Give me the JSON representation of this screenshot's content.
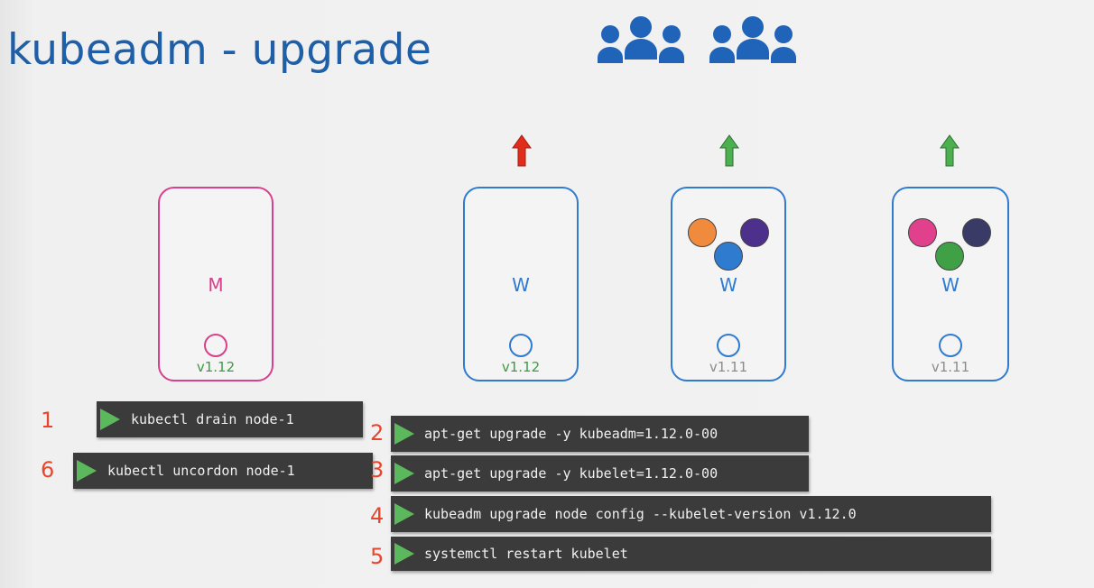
{
  "title": "kubeadm - upgrade",
  "colors": {
    "title": "#1f5fa8",
    "worker_border": "#2f7bcf",
    "master_border": "#d6408c",
    "version_new": "#3a9c43",
    "version_old": "#8c8c8c",
    "arrow_red": "#e02d1b",
    "arrow_green": "#3a9c43",
    "step_number": "#e8452d",
    "terminal_bg": "#3b3b3b",
    "play_icon": "#5cb85c"
  },
  "icons": {
    "header": "users-group-icon",
    "command": "play-icon",
    "upgrade": "up-arrow-icon",
    "kubelet": "kubelet-ring-icon"
  },
  "nodes": [
    {
      "role": "master",
      "letter": "M",
      "version": "v1.12",
      "version_status": "upgraded",
      "arrow": "none",
      "pods": []
    },
    {
      "role": "worker",
      "letter": "W",
      "version": "v1.12",
      "version_status": "upgraded",
      "arrow": "red",
      "pods": []
    },
    {
      "role": "worker",
      "letter": "W",
      "version": "v1.11",
      "version_status": "old",
      "arrow": "green",
      "pods": [
        {
          "color": "#f08a3c"
        },
        {
          "color": "#4d2f8c"
        },
        {
          "color": "#2f7bcf"
        }
      ]
    },
    {
      "role": "worker",
      "letter": "W",
      "version": "v1.11",
      "version_status": "old",
      "arrow": "green",
      "pods": [
        {
          "color": "#e0408c"
        },
        {
          "color": "#3a3a66"
        },
        {
          "color": "#3fa045"
        }
      ]
    }
  ],
  "steps": [
    {
      "number": "1",
      "command": "kubectl drain node-1"
    },
    {
      "number": "2",
      "command": "apt-get upgrade -y kubeadm=1.12.0-00"
    },
    {
      "number": "3",
      "command": "apt-get upgrade -y kubelet=1.12.0-00"
    },
    {
      "number": "4",
      "command": "kubeadm upgrade node config --kubelet-version v1.12.0"
    },
    {
      "number": "5",
      "command": "systemctl restart kubelet"
    },
    {
      "number": "6",
      "command": "kubectl uncordon node-1"
    }
  ]
}
